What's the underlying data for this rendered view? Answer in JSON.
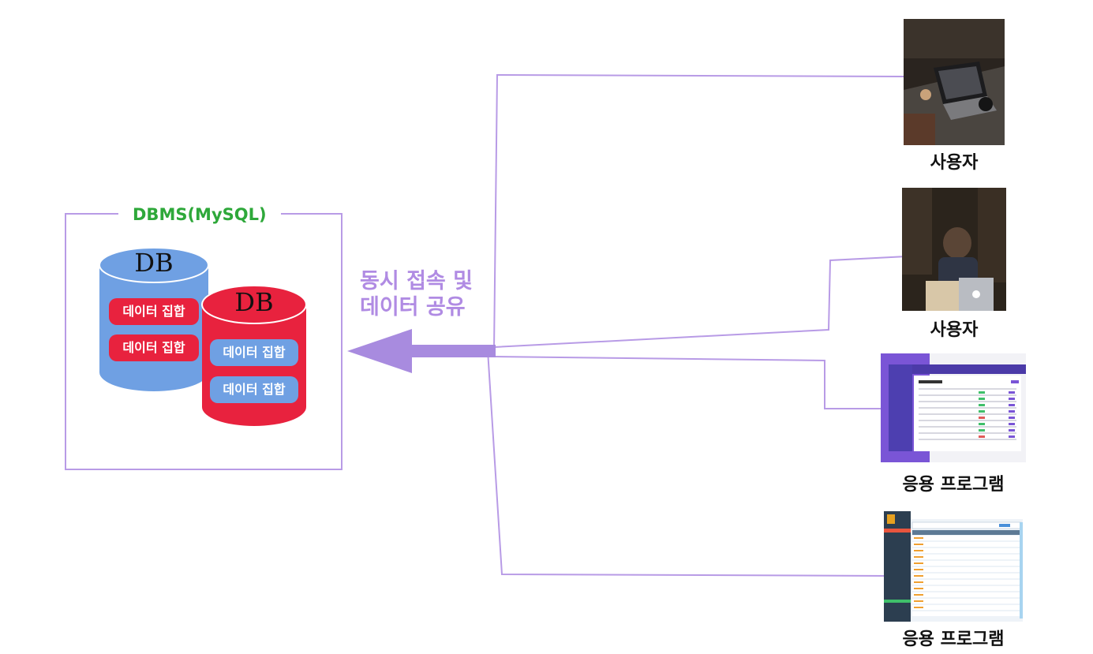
{
  "dbms": {
    "title": "DBMS(MySQL)",
    "databases": [
      {
        "label": "DB",
        "color": "#6fa0e3",
        "items": [
          "데이터 집합",
          "데이터 집합"
        ]
      },
      {
        "label": "DB",
        "color": "#e8223e",
        "items": [
          "데이터 집합",
          "데이터 집합"
        ]
      }
    ]
  },
  "arrow_text": {
    "line1": "동시 접속 및",
    "line2": "데이터 공유",
    "color": "#b08be3"
  },
  "clients": [
    {
      "caption": "사용자",
      "icon": "user-photo-laptop"
    },
    {
      "caption": "사용자",
      "icon": "user-photo-macbook"
    },
    {
      "caption": "응용 프로그램",
      "icon": "app-screenshot-members"
    },
    {
      "caption": "응용 프로그램",
      "icon": "app-screenshot-table"
    }
  ],
  "colors": {
    "line": "#b89be6",
    "border": "#b89be6",
    "title": "#2ea83a"
  }
}
